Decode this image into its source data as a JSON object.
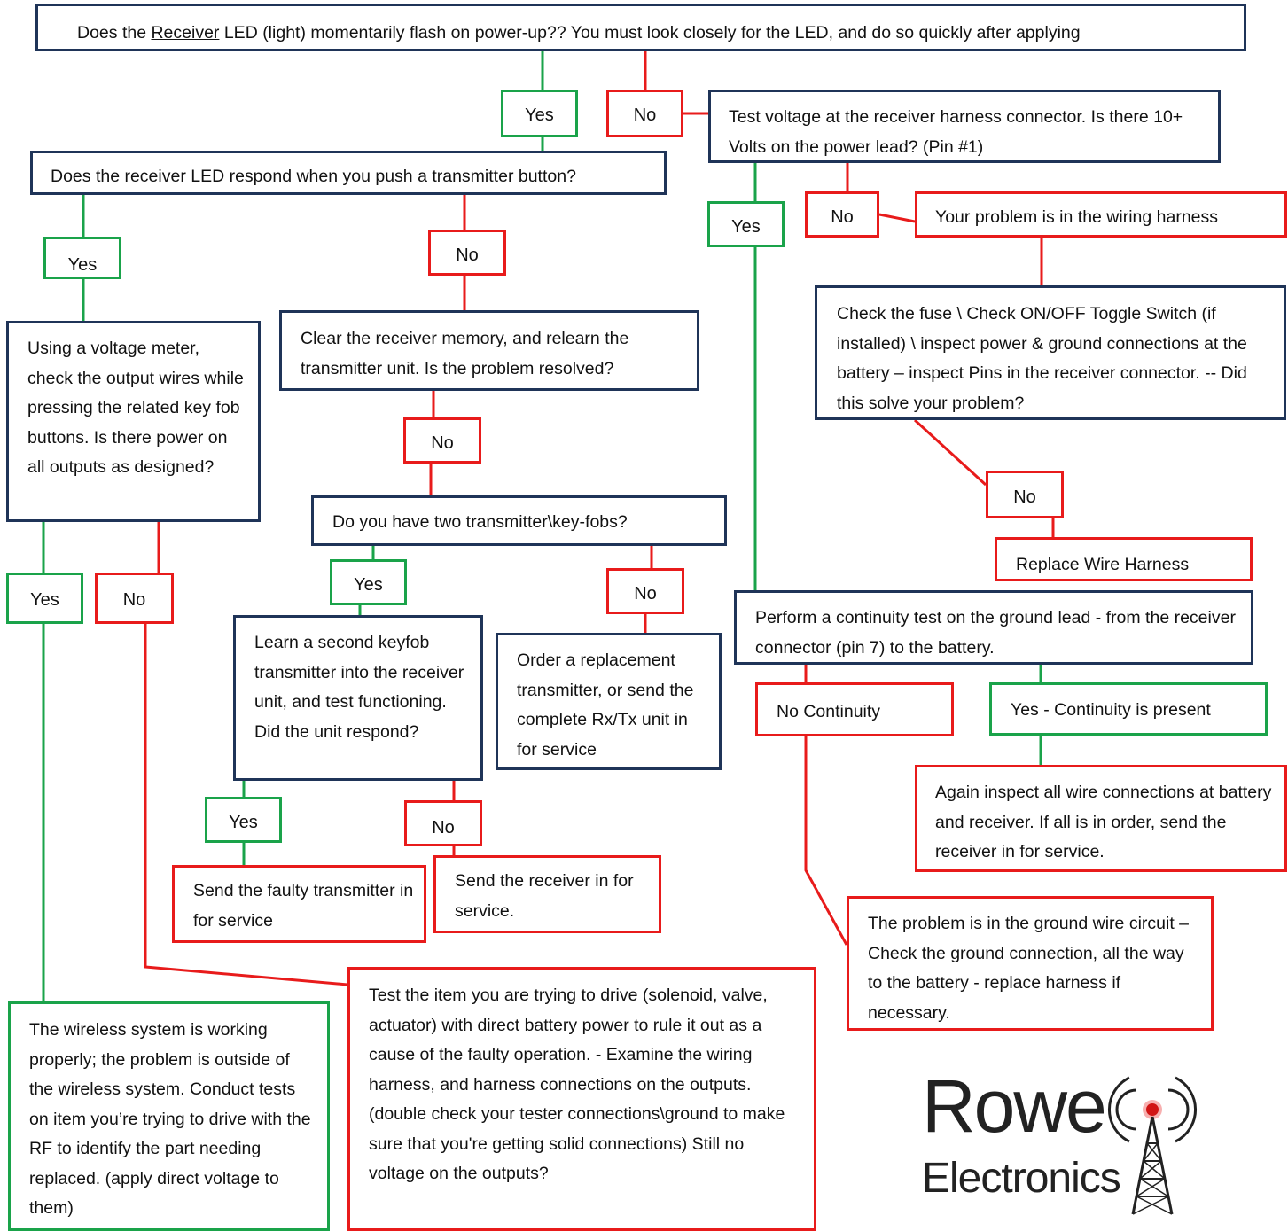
{
  "colors": {
    "navy": "#1f3458",
    "red": "#e81b1b",
    "green": "#1aa34a"
  },
  "logo": {
    "brand_top": "Rowe",
    "brand_bottom": "Electronics",
    "icon": "radio-tower-icon"
  },
  "nodes": {
    "q_receiver_led_pre": "Does the ",
    "q_receiver_led_word": "Receiver",
    "q_receiver_led_post": " LED (light) momentarily flash on power-up?? You must look closely for the LED, and do so quickly after applying",
    "yes_1": "Yes",
    "no_1": "No",
    "q_test_voltage": "Test voltage at the receiver harness connector. Is there 10+ Volts on the power lead? (Pin #1)",
    "q_led_respond": "Does the receiver LED respond when you push a transmitter button?",
    "no_2": "No",
    "wiring_harness": "Your problem is in the wiring harness",
    "yes_2": "Yes",
    "yes_3": "Yes",
    "no_3": "No",
    "q_check_fuse": "Check the fuse \\ Check ON/OFF Toggle Switch (if installed) \\ inspect power & ground connections at the battery – inspect Pins in the receiver connector. --   Did this solve your problem?",
    "q_voltage_meter": "Using a voltage meter, check the output wires while pressing the related key fob buttons. Is there power on all outputs as designed?",
    "q_clear_memory": "Clear the receiver memory, and relearn the transmitter unit. Is the problem resolved?",
    "no_4": "No",
    "no_5": "No",
    "q_two_transmitters": "Do you have two transmitter\\key-fobs?",
    "replace_harness": "Replace Wire Harness",
    "yes_4": "Yes",
    "no_6": "No",
    "yes_5": "Yes",
    "no_7": "No",
    "q_continuity": "Perform a continuity test on the ground lead - from the receiver connector (pin 7) to the battery.",
    "q_learn_second": "Learn a second keyfob transmitter into the receiver unit, and test functioning. Did the unit respond?",
    "order_replacement": "Order a replacement transmitter, or send the complete Rx/Tx unit in for service",
    "no_continuity": "No Continuity",
    "yes_continuity": "Yes - Continuity is present",
    "again_inspect": "Again inspect all wire connections at battery and receiver. If all is in order, send the receiver in for service.",
    "yes_6": "Yes",
    "no_8": "No",
    "send_faulty": "Send the faulty transmitter in for service",
    "send_receiver": "Send the receiver in for service.",
    "ground_wire": "The problem is in the ground wire circuit – Check the ground connection, all the way to the battery - replace harness if necessary.",
    "test_item": "Test the item you are trying to drive (solenoid, valve, actuator) with direct battery power to rule it out as a cause of the faulty operation. - Examine the wiring harness, and harness connections on the outputs. (double check your tester connections\\ground to make sure that you're getting solid connections) Still no voltage on the outputs?",
    "wireless_ok": "The wireless system is working properly; the problem is outside of the wireless system. Conduct tests on item you’re trying to drive with the RF to identify the part needing replaced. (apply direct voltage to them)"
  }
}
